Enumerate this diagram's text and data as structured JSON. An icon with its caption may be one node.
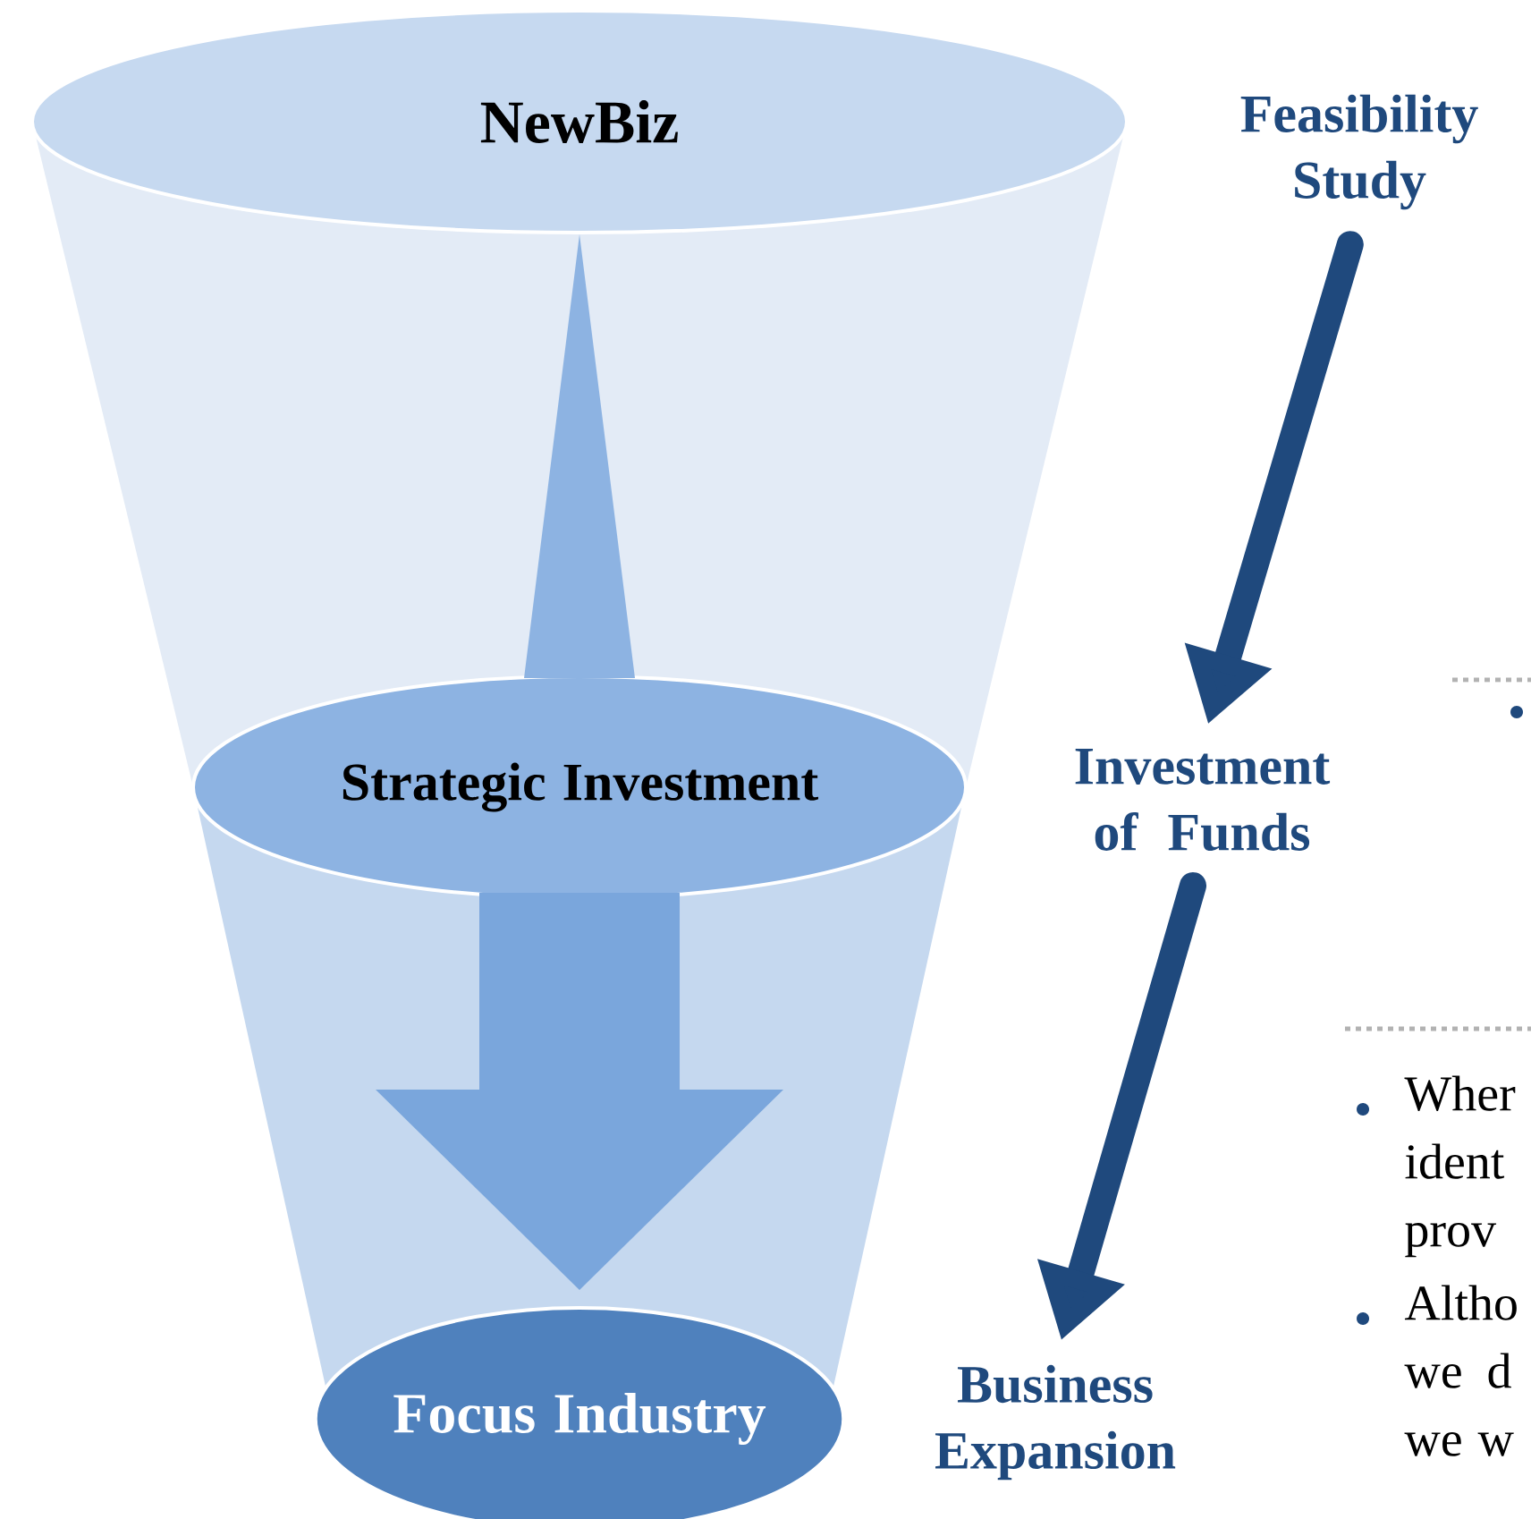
{
  "diagram": {
    "nodes": [
      {
        "text": [
          "NewBiz"
        ]
      },
      {
        "text": [
          "Strategic Investment"
        ]
      },
      {
        "text": [
          "Focus Industry"
        ]
      },
      {
        "text": [
          "Feasibility Study"
        ]
      },
      {
        "text": [
          "Investment of Funds"
        ]
      },
      {
        "text": [
          "Business Expansion"
        ]
      }
    ],
    "edges": [
      {
        "from": 0,
        "to": 1,
        "arrow": "none",
        "style": "thick",
        "color": "#8db3e2"
      },
      {
        "from": 1,
        "to": 2,
        "arrow": "to",
        "style": "thick",
        "color": "#7aa6dc"
      },
      {
        "from": 3,
        "to": 4,
        "arrow": "to",
        "color": "#1f497d"
      },
      {
        "from": 4,
        "to": 5,
        "arrow": "to",
        "color": "#1f497d"
      }
    ],
    "labels": [
      "Wher ident prov",
      "Altho we d we w"
    ]
  }
}
